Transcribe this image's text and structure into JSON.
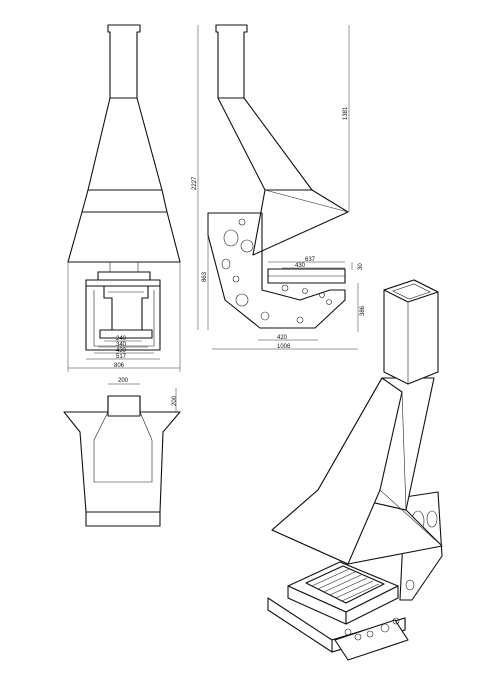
{
  "front_view": {
    "dims": [
      "240",
      "340",
      "430",
      "517",
      "806"
    ]
  },
  "side_view": {
    "dims": [
      "2227",
      "1381",
      "863",
      "637",
      "430",
      "30",
      "386",
      "420",
      "1006"
    ]
  },
  "top_view": {
    "dims": [
      "200",
      "200"
    ]
  },
  "colors": {
    "line": "#111111",
    "background": "#ffffff"
  }
}
